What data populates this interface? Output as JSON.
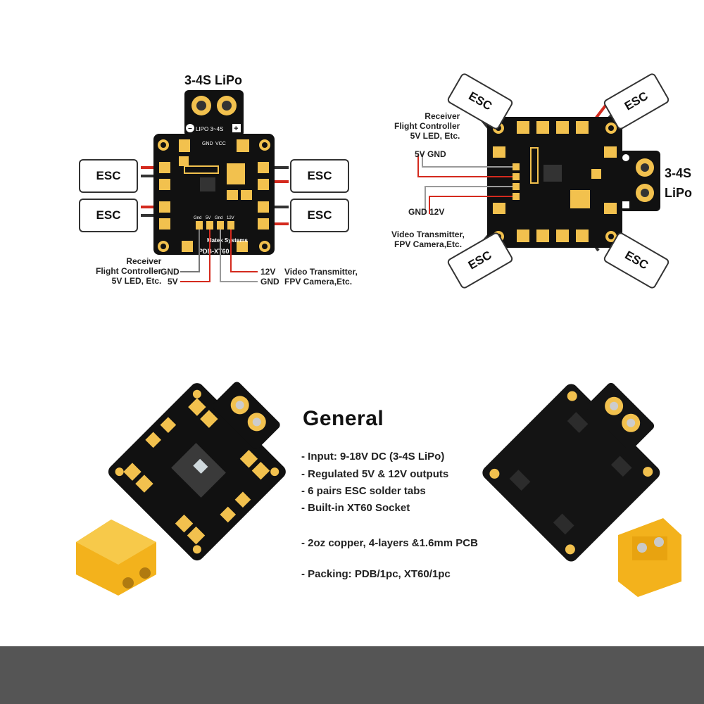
{
  "diagram_left": {
    "lipo_label": "3-4S LiPo",
    "esc_label": "ESC",
    "board_lipo_text": "LIPO 3~4S",
    "board_gnd_vcc": [
      "GND",
      "VCC"
    ],
    "board_name": "PDB-XT60",
    "board_brand": "Matek Systems",
    "pad_labels": [
      "Gnd",
      "5V",
      "Gnd",
      "12V"
    ],
    "receiver_lines": [
      "Receiver",
      "Flight Controller",
      "5V LED, Etc."
    ],
    "gnd_label": "GND",
    "v5_label": "5V",
    "v12_label": "12V",
    "gnd2_label": "GND",
    "video_lines": [
      "Video Transmitter,",
      "FPV Camera,Etc."
    ]
  },
  "diagram_right": {
    "lipo_lines": [
      "3-4S",
      "LiPo"
    ],
    "esc_label": "ESC",
    "receiver_lines": [
      "Receiver",
      "Flight Controller",
      "5V LED, Etc."
    ],
    "v5gnd_label": "5V GND",
    "gnd12v_label": "GND 12V",
    "video_lines": [
      "Video Transmitter,",
      "FPV Camera,Etc."
    ]
  },
  "general": {
    "title": "General",
    "specs": [
      "- Input: 9-18V DC (3-4S LiPo)",
      "- Regulated 5V & 12V outputs",
      "- 6 pairs ESC solder tabs",
      "- Built-in XT60 Socket",
      "- 2oz copper, 4-layers &1.6mm PCB",
      "- Packing: PDB/1pc, XT60/1pc"
    ]
  },
  "colors": {
    "pcb": "#111111",
    "pad": "#f2c14e",
    "wire_red": "#d42a1e",
    "wire_gray": "#9a9a9a",
    "xt60": "#f3b21c",
    "bar": "#555555"
  }
}
